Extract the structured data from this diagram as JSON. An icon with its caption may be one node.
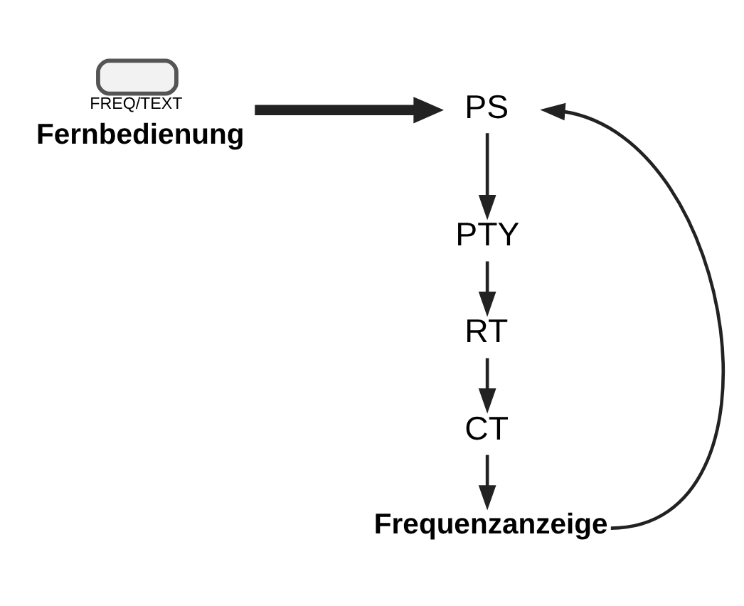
{
  "diagram": {
    "nodes": [
      {
        "text": [
          "FREQ/TEXT"
        ],
        "beside": [
          "Fernbedienung"
        ]
      },
      {
        "text": [
          "PS"
        ]
      },
      {
        "text": [
          "PTY"
        ]
      },
      {
        "text": [
          "RT"
        ]
      },
      {
        "text": [
          "CT"
        ]
      },
      {
        "text": [
          "Frequenzanzeige"
        ]
      }
    ],
    "edges": [
      {
        "from": 0,
        "to": 1,
        "arrow": "to",
        "style": "thick"
      },
      {
        "from": 1,
        "to": 2,
        "arrow": "to"
      },
      {
        "from": 2,
        "to": 3,
        "arrow": "to"
      },
      {
        "from": 3,
        "to": 4,
        "arrow": "to"
      },
      {
        "from": 4,
        "to": 5,
        "arrow": "to"
      },
      {
        "from": 5,
        "to": 1,
        "arrow": "to"
      }
    ]
  }
}
